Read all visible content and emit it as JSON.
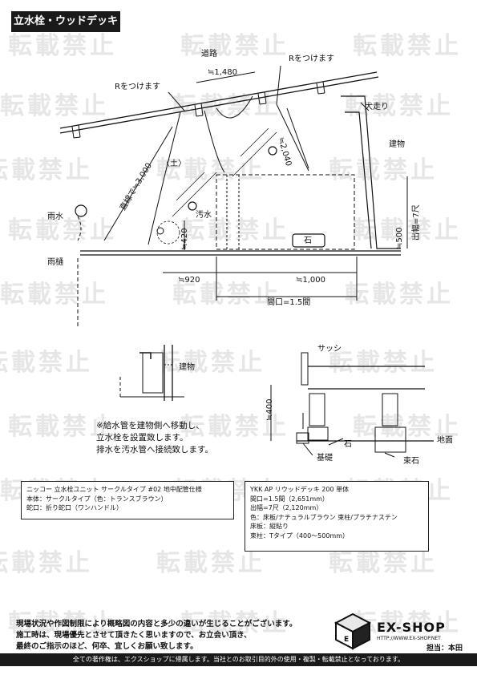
{
  "header": {
    "title": "立水栓・ウッドデッキ"
  },
  "watermark": {
    "text": "転載禁止"
  },
  "plan": {
    "labels": {
      "road": "道路",
      "r_left": "Rをつけます",
      "r_right": "Rをつけます",
      "dim_1480": "≒1,480",
      "dim_2040": "≒2,040",
      "dim_3000": "直線で≒3,000",
      "soil": "〈土〉",
      "rainwater": "雨水",
      "gutter": "雨樋",
      "sewage": "汚水",
      "dim_420": "≒420",
      "stone": "石",
      "dim_500": "≒500",
      "depth": "出幅=7尺",
      "building": "建物",
      "dog_run": "犬走り",
      "dim_920": "≒920",
      "dim_1000": "≒1,000",
      "frontage": "間口=1.5間"
    }
  },
  "faucet_detail": {
    "building": "建物",
    "notes": [
      "※給水管を建物側へ移動し、",
      "立水栓を設置致します。",
      "排水を汚水管へ接続致します。"
    ]
  },
  "deck_detail": {
    "sash": "サッシ",
    "dim_400": "≒400",
    "stone": "石",
    "ground": "地面",
    "foundation": "基礎",
    "post_stone": "束石"
  },
  "spec_faucet": {
    "lines": [
      "ニッコー 立水栓ユニット サークルタイプ #02 地中配管仕様",
      "本体：サークルタイプ（色：トランスブラウン）",
      "蛇口：折り蛇口（ワンハンドル）"
    ]
  },
  "spec_deck": {
    "lines": [
      "YKK AP リウッドデッキ 200 単体",
      "間口=1.5間（2,651mm）",
      "出幅=7尺（2,120mm）",
      "色：床板/ナチュラルブラウン 束柱/プラチナステン",
      "床板：縦貼り",
      "束柱：Tタイプ（400～500mm）"
    ]
  },
  "footer": {
    "lines": [
      "現場状況や作図制限により概略図の内容と多少の違いが生じることがございます。",
      "施工時は、現場優先とさせて頂きたく思いますので、お立会い頂き、",
      "最終のご指示のほど、何卒、宜しくお願い致します。"
    ],
    "logo": "EX-SHOP",
    "url": "HTTP://WWW.EX-SHOP.NET",
    "staff": "担当：本田",
    "copyright": "全ての著作権は、エクスショップに帰属します。当社とのお取引目的外の使用・複製・転載禁止となっております。"
  }
}
